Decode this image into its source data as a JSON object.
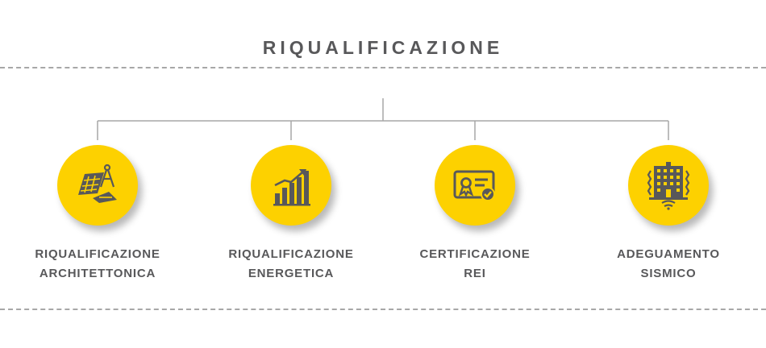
{
  "title": "RIQUALIFICAZIONE",
  "colors": {
    "accent": "#fdd100",
    "text": "#58585a",
    "icon": "#58585a",
    "line": "#a7a7a7"
  },
  "items": [
    {
      "icon": "architecture-blueprint-icon",
      "line1": "RIQUALIFICAZIONE",
      "line2": "ARCHITETTONICA"
    },
    {
      "icon": "energy-bar-chart-icon",
      "line1": "RIQUALIFICAZIONE",
      "line2": "ENERGETICA"
    },
    {
      "icon": "certificate-icon",
      "line1": "CERTIFICAZIONE",
      "line2": "REI"
    },
    {
      "icon": "seismic-building-icon",
      "line1": "ADEGUAMENTO",
      "line2": "SISMICO"
    }
  ]
}
